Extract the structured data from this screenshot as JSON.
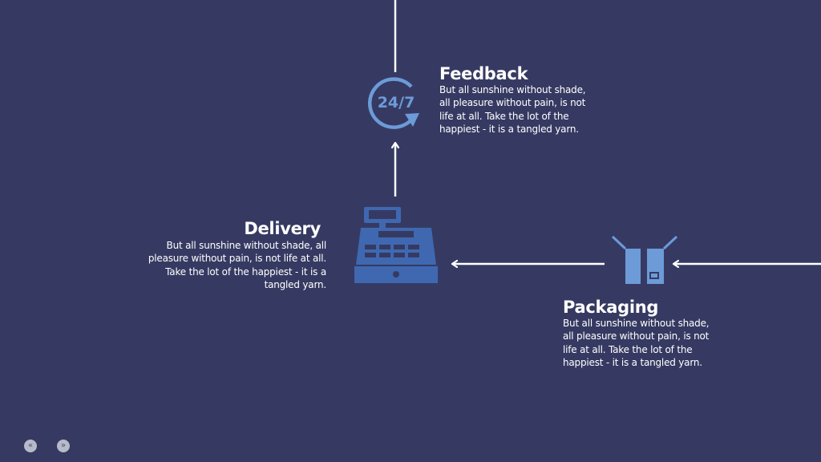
{
  "feedback": {
    "title": "Feedback",
    "badge": "24/7",
    "lines": [
      "But all sunshine without shade,",
      "all pleasure without pain, is not",
      "life at all. Take the lot of the",
      "happiest - it is a  tangled yarn."
    ],
    "icon": "clock-24-7-icon"
  },
  "delivery": {
    "title": "Delivery",
    "lines": [
      "But all sunshine without shade, all",
      "pleasure without pain, is not life at all.",
      "Take the lot of the happiest - it is a",
      "tangled yarn."
    ],
    "icon": "cash-register-icon"
  },
  "packaging": {
    "title": "Packaging",
    "lines": [
      "But all sunshine without shade,",
      "all pleasure without pain, is not",
      "life at all. Take the lot of the",
      "happiest - it is a  tangled yarn."
    ],
    "icon": "open-box-icon"
  },
  "navigation": {
    "prev_icon": "rewind-icon",
    "next_icon": "fast-forward-icon",
    "prev_glyph": "«",
    "next_glyph": "»"
  },
  "colors": {
    "background": "#363a62",
    "icon_blue": "#3f68b1",
    "icon_light_blue": "#6c9bd8",
    "arrow": "#ffffff"
  }
}
